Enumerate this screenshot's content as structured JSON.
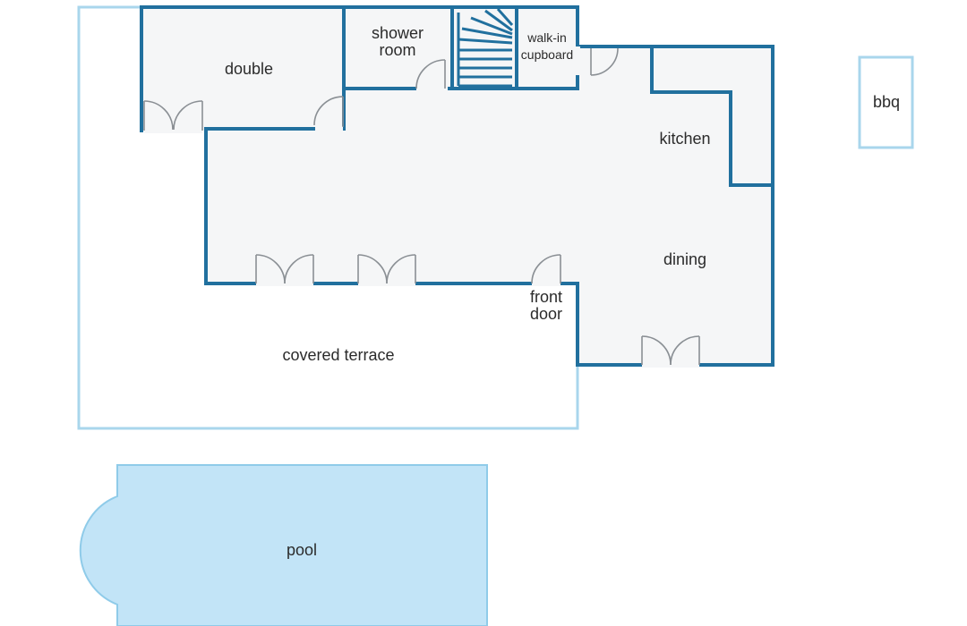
{
  "rooms": {
    "double": "double",
    "shower_room_line1": "shower",
    "shower_room_line2": "room",
    "walkin_line1": "walk-in",
    "walkin_line2": "cupboard",
    "kitchen": "kitchen",
    "dining": "dining",
    "front_door_line1": "front",
    "front_door_line2": "door",
    "covered_terrace": "covered terrace",
    "bbq": "bbq",
    "pool": "pool"
  },
  "colors": {
    "wall": "#21709e",
    "light_outline": "#a9d6ec",
    "floor": "#f5f6f7",
    "pool_fill": "#c2e4f7"
  }
}
